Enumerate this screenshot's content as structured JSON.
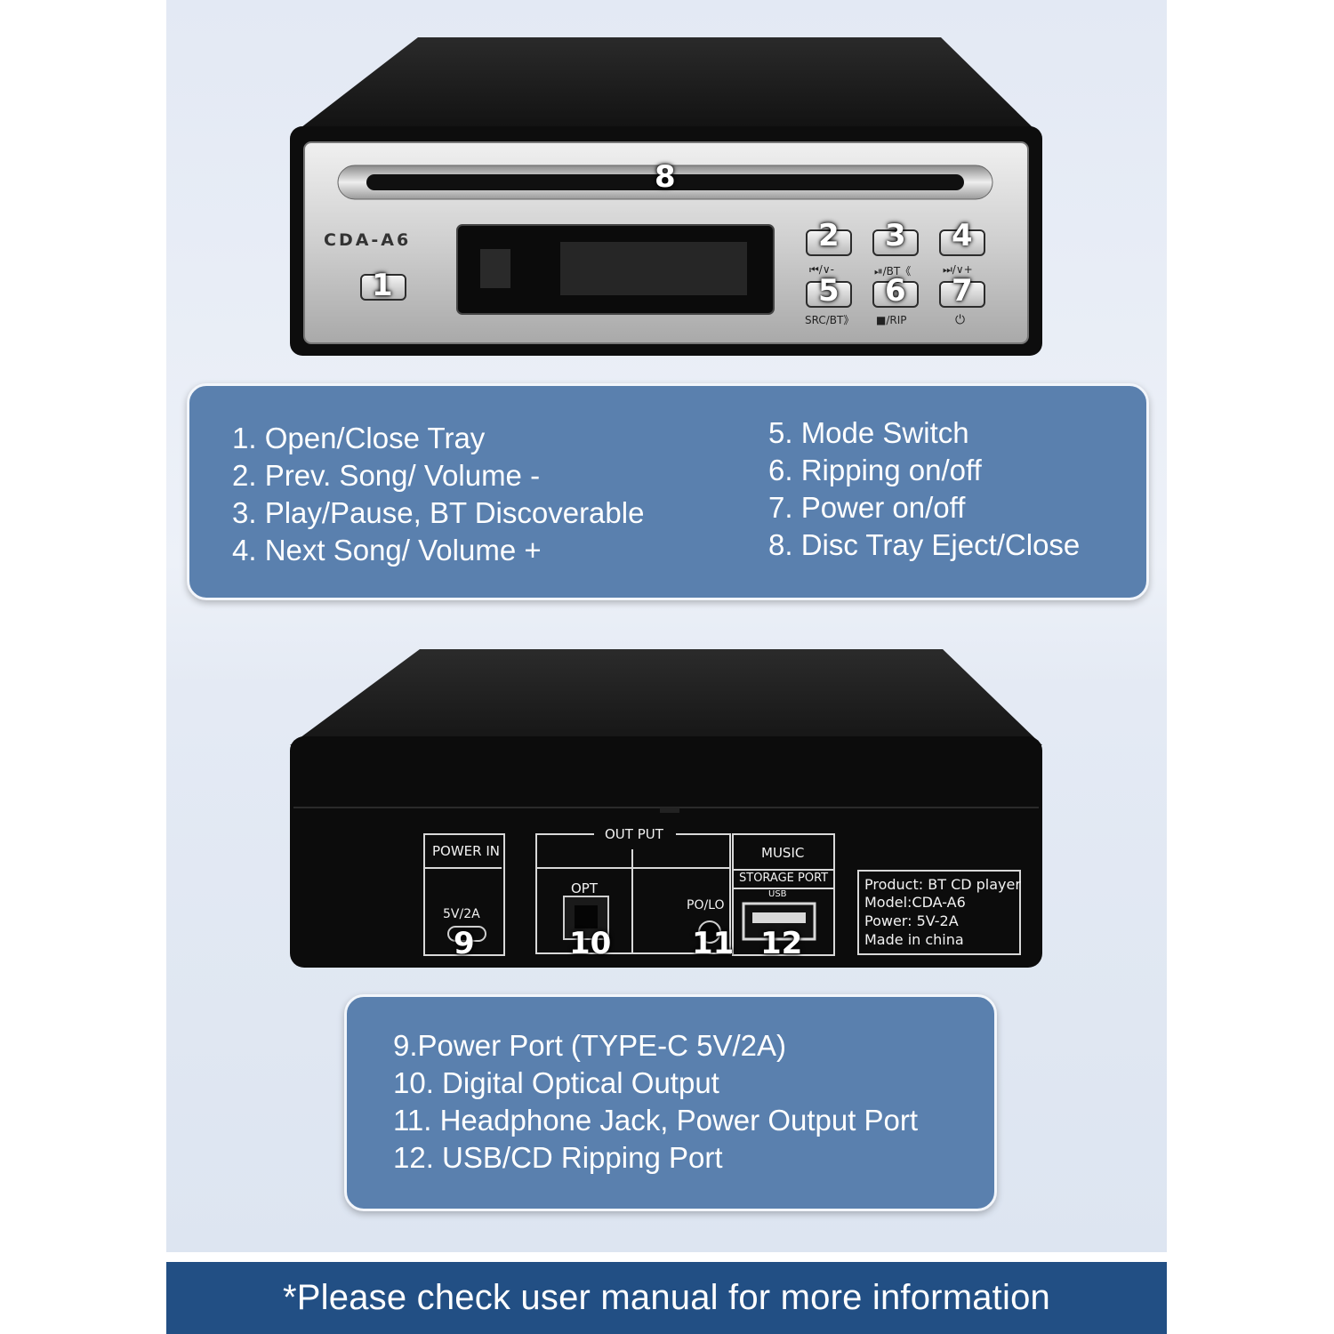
{
  "front": {
    "model_label": "CDA-A6",
    "callouts": [
      "1",
      "2",
      "3",
      "4",
      "5",
      "6",
      "7",
      "8"
    ],
    "button_labels": {
      "prev": "⏮/∨-",
      "play": "⏯/BT《",
      "next": "⏭/∨+",
      "src": "SRC/BT》",
      "rip": "■/RIP",
      "power": "⏻"
    }
  },
  "front_info": {
    "left": [
      "1. Open/Close Tray",
      "2. Prev. Song/ Volume -",
      "3. Play/Pause, BT Discoverable",
      "4. Next Song/ Volume +"
    ],
    "right": [
      "5. Mode Switch",
      "6. Ripping on/off",
      "7. Power on/off",
      "8. Disc Tray Eject/Close"
    ]
  },
  "back": {
    "power_in": "POWER IN",
    "power_spec": "5V/2A",
    "output": "OUT PUT",
    "opt": "OPT",
    "polo": "PO/LO",
    "music": "MUSIC",
    "storage": "STORAGE PORT",
    "usb": "USB",
    "callouts": [
      "9",
      "10",
      "11",
      "12"
    ],
    "product_lines": [
      "Product: BT CD player",
      "Model:CDA-A6",
      "Power: 5V-2A",
      "Made in china"
    ]
  },
  "back_info": {
    "lines": [
      "9.Power Port (TYPE-C 5V/2A)",
      "10. Digital Optical Output",
      "11. Headphone Jack, Power Output Port",
      "12. USB/CD Ripping Port"
    ]
  },
  "footer": {
    "note": "*Please check user manual for more information"
  },
  "colors": {
    "panel": "#e6ecf5",
    "info_box": "#5a80ae",
    "banner": "#224f84"
  }
}
